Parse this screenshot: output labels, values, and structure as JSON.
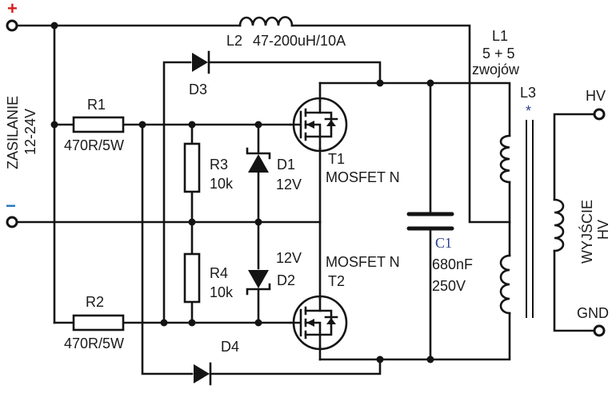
{
  "terminals": {
    "plus": "+",
    "minus": "−",
    "supply": "ZASILANIE",
    "supply_voltage": "12-24V",
    "out_hv": "HV",
    "out_gnd": "GND",
    "output_label": "WYJŚCIE",
    "output_sub": "HV"
  },
  "components": {
    "L2": "L2",
    "L2_value": "47-200uH/10A",
    "L1": "L1",
    "L1_turns": "5 + 5",
    "L1_unit": "zwojów",
    "L3": "L3",
    "L3_dot": "*",
    "R1": "R1",
    "R1_value": "470R/5W",
    "R2": "R2",
    "R2_value": "470R/5W",
    "R3": "R3",
    "R3_value": "10k",
    "R4": "R4",
    "R4_value": "10k",
    "D1": "D1",
    "D1_value": "12V",
    "D2": "D2",
    "D2_value": "12V",
    "D3": "D3",
    "D4": "D4",
    "T1": "T1",
    "T1_type": "MOSFET N",
    "T2": "T2",
    "T2_type": "MOSFET N",
    "C1": "C1",
    "C1_value": "680nF",
    "C1_voltage": "250V"
  },
  "colors": {
    "wire": "#141414",
    "plus": "#d81e1e",
    "minus": "#1e73be",
    "cap_label": "#2c3e8c"
  }
}
